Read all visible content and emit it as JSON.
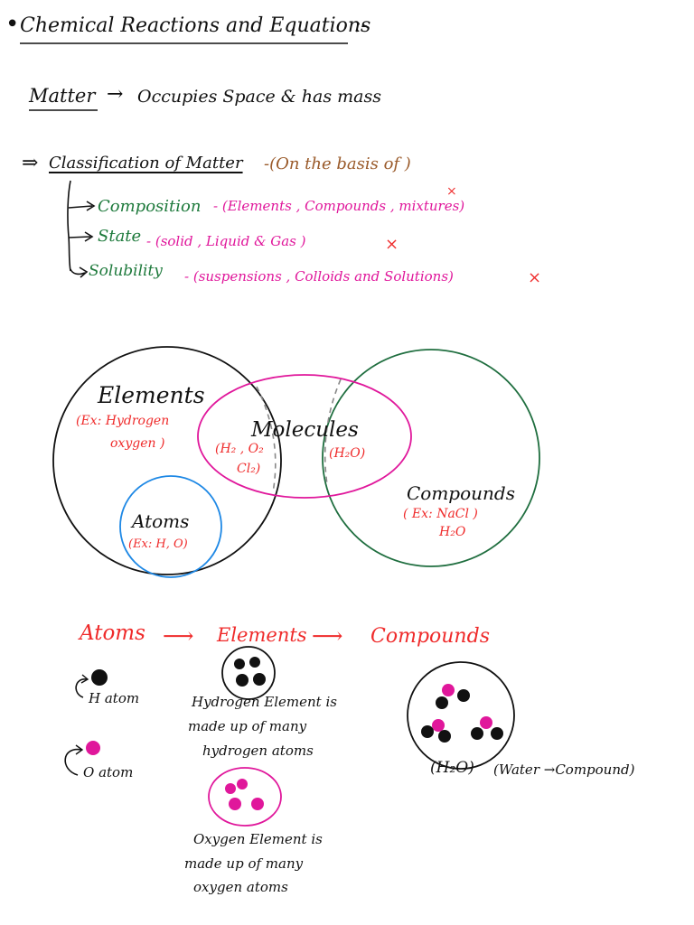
{
  "colors": {
    "ink": "#111111",
    "green": "#1e7a3c",
    "magenta": "#e0179b",
    "red": "#ef2b2b",
    "brown": "#9a5a2a",
    "blue": "#1e88e5",
    "dark_green": "#1f6e3f"
  },
  "title": {
    "bullet": "•",
    "text": "Chemical Reactions and Equations",
    "suffix": ":-"
  },
  "matter": {
    "term": "Matter",
    "arrow": "→",
    "definition": "Occupies Space & has mass"
  },
  "classification": {
    "prefix": "⇒",
    "term": "Classification of Matter",
    "qualifier": "-(On the basis of )",
    "items": [
      {
        "label": "Composition",
        "detail": "- (Elements , Compounds , mixtures)",
        "mark": "×"
      },
      {
        "label": "State",
        "detail": "- (solid , Liquid & Gas )",
        "mark": "×"
      },
      {
        "label": "Solubility",
        "detail": "- (suspensions , Colloids and Solutions)",
        "mark": "×"
      }
    ]
  },
  "venn": {
    "elements": {
      "title": "Elements",
      "example_line1": "(Ex: Hydrogen",
      "example_line2": "oxygen )"
    },
    "atoms": {
      "title": "Atoms",
      "example": "(Ex: H, O)"
    },
    "molecules": {
      "title": "Molecules",
      "example_left_line1": "(H₂ , O₂",
      "example_left_line2": "Cl₂)",
      "example_right": "(H₂O)"
    },
    "compounds": {
      "title": "Compounds",
      "example_line1": "( Ex: NaCl )",
      "example_line2": "H₂O"
    }
  },
  "flow": {
    "steps": [
      "Atoms",
      "Elements",
      "Compounds"
    ],
    "arrow": "⟶"
  },
  "illustrations": {
    "h_atom_label": "H atom",
    "o_atom_label": "O atom",
    "hydrogen_element_caption": [
      "Hydrogen Element is",
      "made up of many",
      "hydrogen atoms"
    ],
    "oxygen_element_caption": [
      "Oxygen Element is",
      "made up of many",
      "oxygen atoms"
    ],
    "compound_caption": "(H₂O)",
    "compound_note": "(Water →Compound)"
  }
}
